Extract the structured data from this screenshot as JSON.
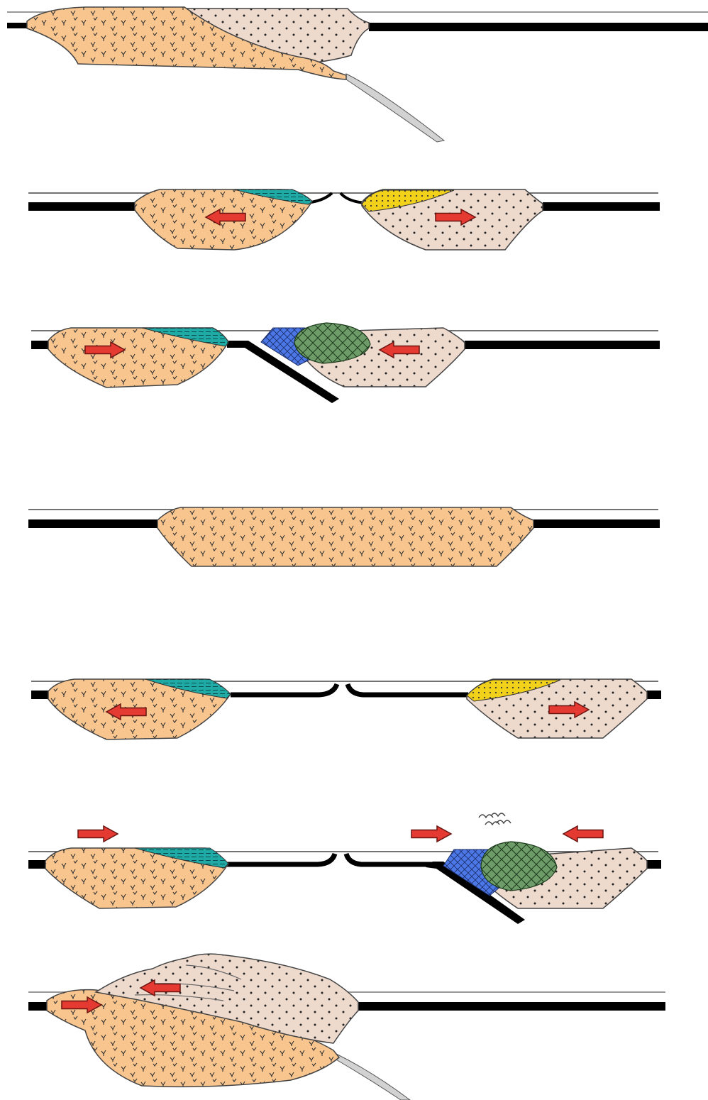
{
  "diagram": {
    "title": "",
    "colors": {
      "continental_crust_a": "#F9C58E",
      "continental_crust_b": "#EED9CD",
      "oceanic_lithosphere": "#000000",
      "slab_remnant": "#D2D2D2",
      "passive_margin_sediments": "#1FAAA6",
      "rift_sediments": "#F2D11B",
      "accretionary_wedge": "#4C77E6",
      "volcanic_arc": "#6E9C68",
      "motion_arrow": "#E43A31",
      "sea_level": "#999999",
      "outline": "#444444"
    },
    "stages": [
      {
        "id": 1,
        "name": "continental-collision-with-detached-slab",
        "arrows": []
      },
      {
        "id": 2,
        "name": "continental-rifting",
        "arrows": [
          "left",
          "right"
        ]
      },
      {
        "id": 3,
        "name": "subduction-and-closure",
        "arrows": [
          "right",
          "left"
        ]
      },
      {
        "id": 4,
        "name": "supercontinent",
        "arrows": []
      },
      {
        "id": 5,
        "name": "second-rifting",
        "arrows": [
          "left",
          "right"
        ]
      },
      {
        "id": 6,
        "name": "subduction-with-volcanic-arc",
        "arrows": [
          "right",
          "right",
          "left"
        ]
      },
      {
        "id": 7,
        "name": "final-collision",
        "arrows": [
          "right",
          "left"
        ]
      }
    ]
  }
}
